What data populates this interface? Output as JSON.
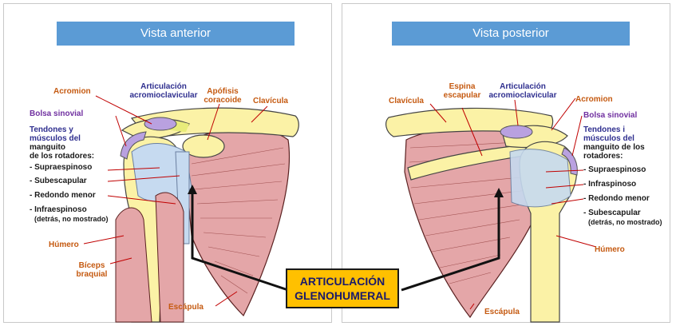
{
  "left_panel": {
    "title": "Vista anterior",
    "labels": {
      "acromion": "Acromion",
      "ac_joint_1": "Articulación",
      "ac_joint_2": "acromioclavicular",
      "coracoid_1": "Apófisis",
      "coracoid_2": "coracoide",
      "clavicle": "Clavícula",
      "bursa": "Bolsa sinovial",
      "tendons_1": "Tendones y",
      "tendons_2": "músculos del",
      "tendons_3": "manguito",
      "tendons_4": "de los rotadores:",
      "supra": "- Supraespinoso",
      "subscap": "- Subescapular",
      "teres": "- Redondo menor",
      "infra": "- Infraespinoso",
      "infra_note": "(detrás, no mostrado)",
      "humerus": "Húmero",
      "biceps_1": "Bíceps",
      "biceps_2": "braquial",
      "scapula": "Escápula"
    }
  },
  "right_panel": {
    "title": "Vista posterior",
    "labels": {
      "clavicle": "Clavícula",
      "spine_1": "Espina",
      "spine_2": "escapular",
      "ac_joint_1": "Articulación",
      "ac_joint_2": "acromioclavicular",
      "acromion": "Acromion",
      "bursa": "Bolsa sinovial",
      "tendons_1": "Tendones i",
      "tendons_2": "músculos del",
      "tendons_3": "manguito de los",
      "tendons_4": "rotadores:",
      "supra": "- Supraespinoso",
      "infra": "- Infraspinoso",
      "teres": "- Redondo menor",
      "subscap": "- Subescapular",
      "subscap_note": "(detrás, no mostrado)",
      "humerus": "Húmero",
      "scapula": "Escápula"
    }
  },
  "callout": {
    "line1": "ARTICULACIÓN",
    "line2": "GLENOHUMERAL"
  },
  "colors": {
    "header_blue": "#5b9bd5",
    "bone": "#fbf2a6",
    "muscle": "#e4a6a8",
    "tendon": "#c6daf0",
    "bursa": "#b9a1e0",
    "label_orange": "#c55a11",
    "label_blue": "#2f2f8f",
    "label_purple": "#7030a0",
    "callout_bg": "#ffc000"
  }
}
